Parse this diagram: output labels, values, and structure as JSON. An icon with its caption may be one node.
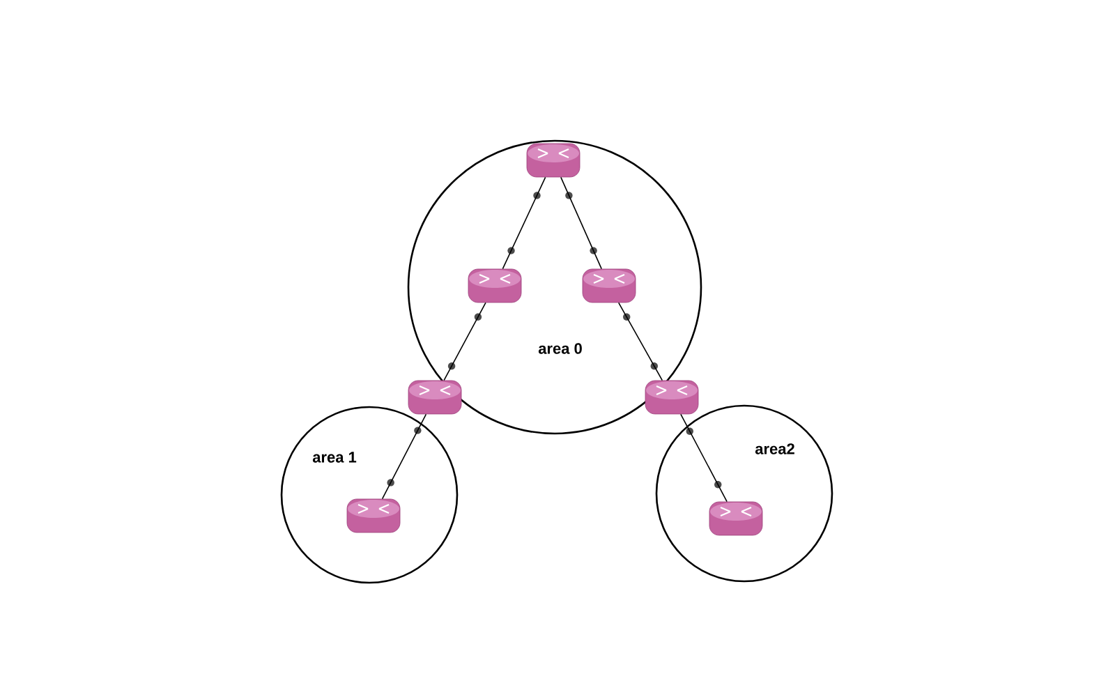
{
  "diagram": {
    "nodes": [
      {
        "text": [
          "area 0"
        ]
      },
      {
        "text": [],
        "shape": "cylinder",
        "in": 0
      },
      {
        "text": [],
        "shape": "cylinder",
        "in": 0
      },
      {
        "text": [],
        "shape": "cylinder",
        "in": 0
      },
      {
        "text": [],
        "shape": "cylinder"
      },
      {
        "text": [],
        "shape": "cylinder"
      },
      {
        "text": [
          "area 1"
        ]
      },
      {
        "text": [],
        "shape": "cylinder",
        "in": 6
      },
      {
        "text": [
          "area2"
        ]
      },
      {
        "text": [],
        "shape": "cylinder",
        "in": 8
      }
    ],
    "edges": [
      {
        "from": 1,
        "to": 2,
        "arrow": "none"
      },
      {
        "from": 1,
        "to": 3,
        "arrow": "none"
      },
      {
        "from": 2,
        "to": 4,
        "arrow": "none"
      },
      {
        "from": 3,
        "to": 5,
        "arrow": "none"
      },
      {
        "from": 4,
        "to": 7,
        "arrow": "none"
      },
      {
        "from": 5,
        "to": 9,
        "arrow": "none"
      }
    ]
  }
}
